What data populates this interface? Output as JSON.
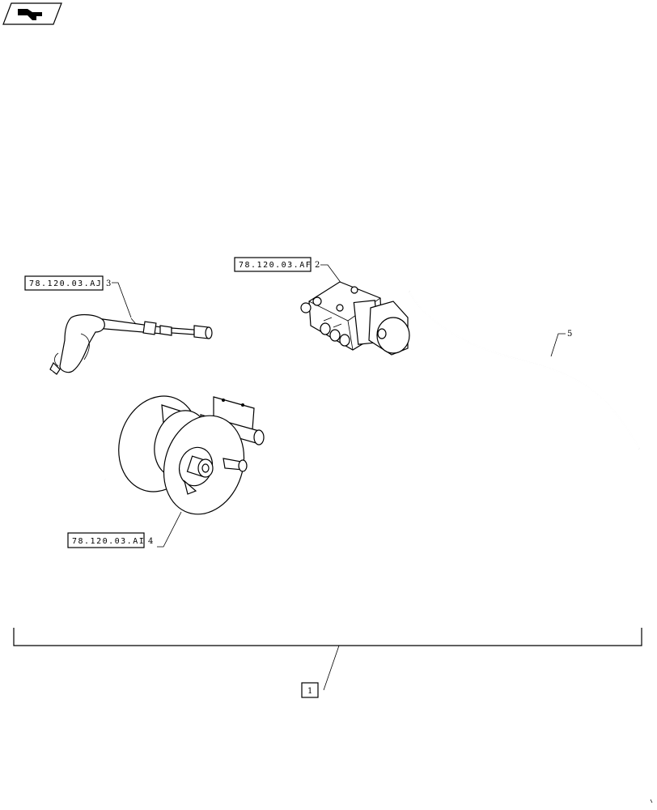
{
  "nav": {
    "icon": "back-arrow-icon"
  },
  "callouts": [
    {
      "id": "callout-spray-gun",
      "ref": "78.120.03.AJ",
      "item": "3"
    },
    {
      "id": "callout-pump",
      "ref": "78.120.03.AF",
      "item": "2"
    },
    {
      "id": "callout-hose-reel",
      "ref": "78.120.03.AI",
      "item": "4"
    }
  ],
  "hose_item": "5",
  "assembly_item": "1"
}
